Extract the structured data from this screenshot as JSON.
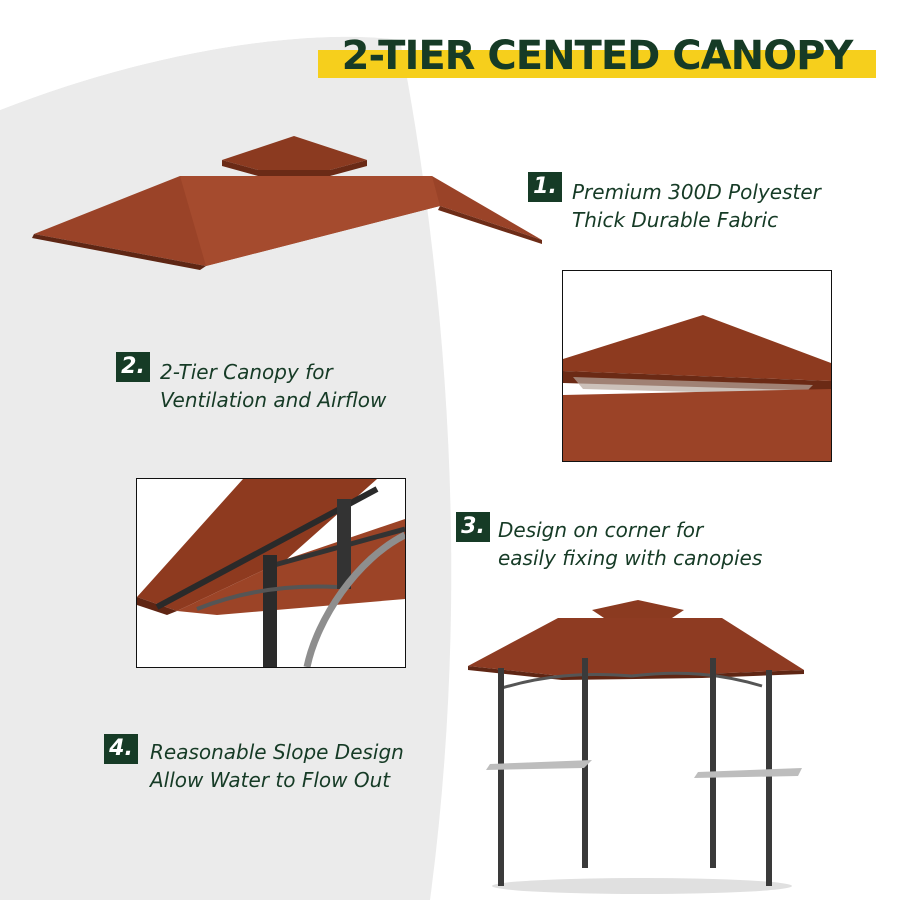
{
  "title": "2-TIER CENTED CANOPY",
  "features": [
    {
      "number": "1.",
      "line1": "Premium 300D Polyester",
      "line2": "Thick Durable Fabric"
    },
    {
      "number": "2.",
      "line1": "2-Tier Canopy for",
      "line2": "Ventilation and Airflow"
    },
    {
      "number": "3.",
      "line1": "Design on corner for",
      "line2": "easily fixing with canopies"
    },
    {
      "number": "4.",
      "line1": "Reasonable Slope Design",
      "line2": "Allow Water to Flow Out"
    }
  ],
  "colors": {
    "brand_green": "#163b26",
    "accent_yellow": "#f6cf1c",
    "canopy_brown": "#8e3b22",
    "background_grey": "#ebebeb"
  }
}
